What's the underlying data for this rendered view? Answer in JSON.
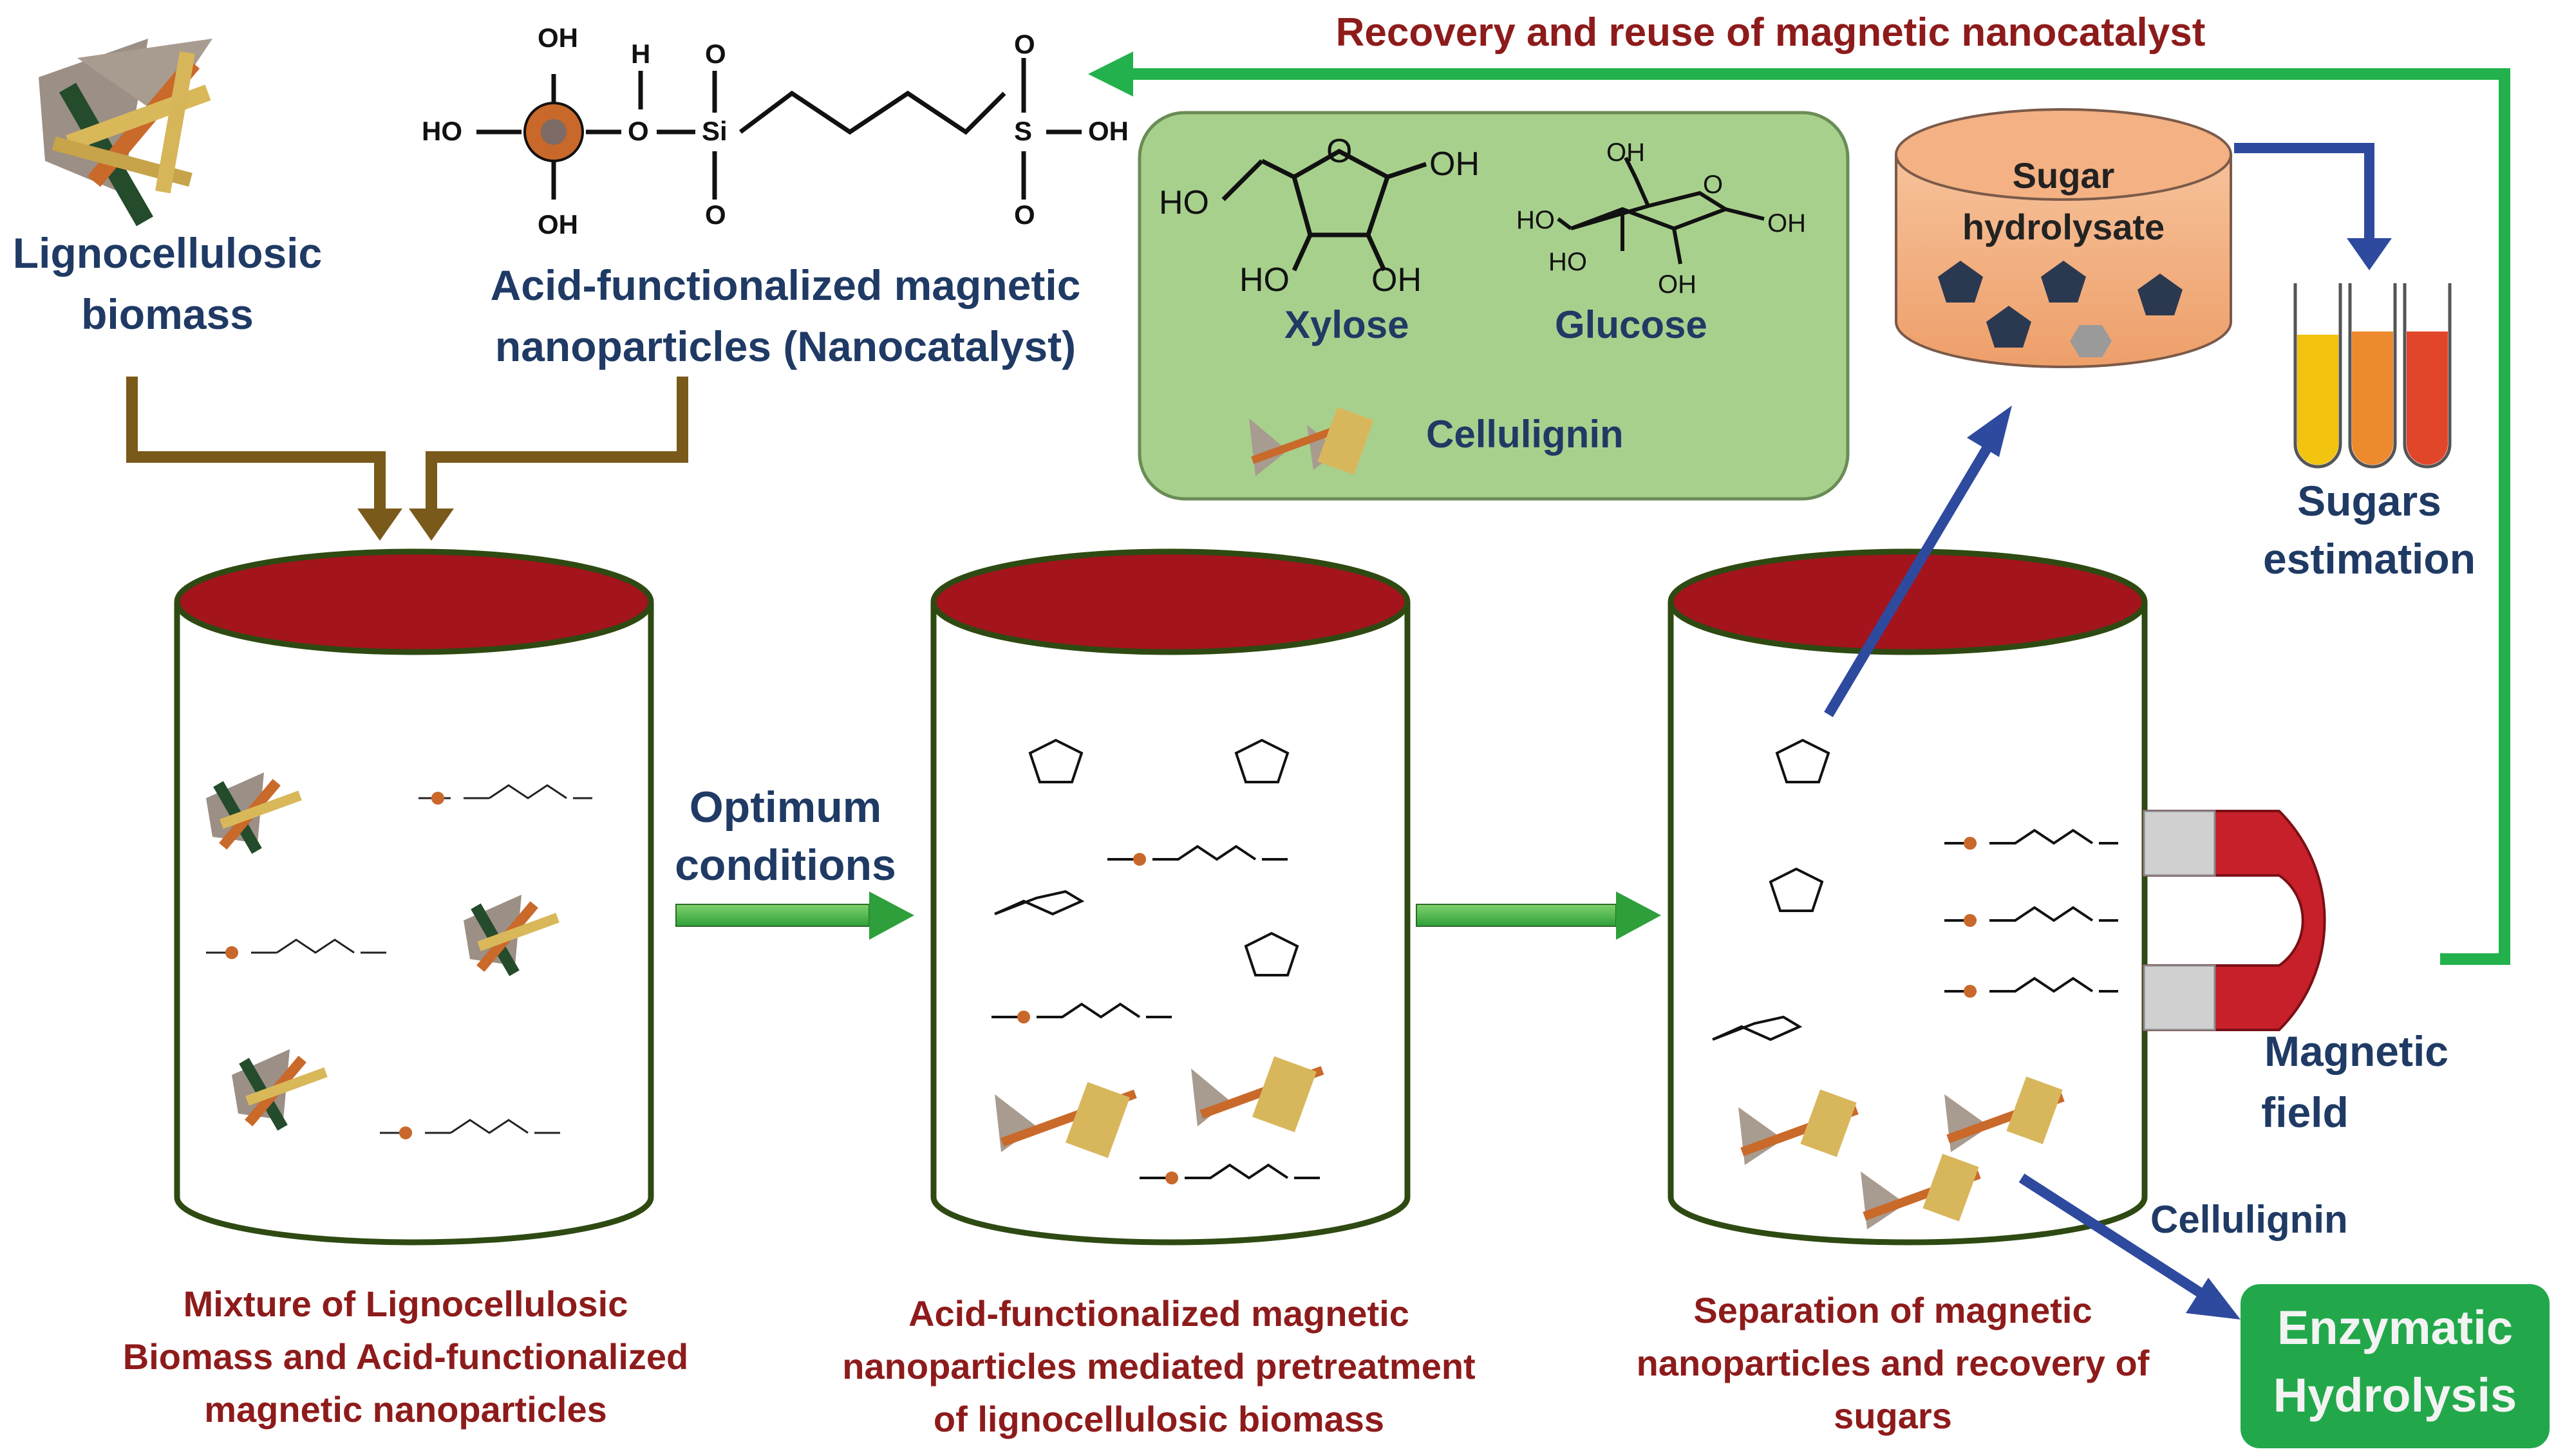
{
  "recovery_label": "Recovery and reuse of magnetic nanocatalyst",
  "biomass_label_line1": "Lignocellulosic",
  "biomass_label_line2": "biomass",
  "catalyst_label_line1": "Acid-functionalized magnetic",
  "catalyst_label_line2": "nanoparticles (Nanocatalyst)",
  "catalyst_structure": {
    "oh_top": "OH",
    "ho_left": "HO",
    "oh_bottom": "OH",
    "o_link": "O",
    "h_top": "H",
    "si": "Si",
    "o_si_top": "O",
    "o_si_bottom": "O",
    "s": "S",
    "o_s_top": "O",
    "o_s_bottom": "O",
    "oh_s": "OH"
  },
  "product_box": {
    "xylose": "Xylose",
    "glucose": "Glucose",
    "cellulignin": "Cellulignin",
    "xylose_groups": {
      "ho_top": "HO",
      "oh_right": "OH",
      "ho_bottom": "HO",
      "oh_bottom": "OH",
      "ring_o": "O"
    },
    "glucose_groups": {
      "oh_top": "OH",
      "ho_left": "HO",
      "ho_bottom": "HO",
      "oh_bottom": "OH",
      "oh_right": "OH",
      "ring_o": "O"
    }
  },
  "hydrolysate_line1": "Sugar",
  "hydrolysate_line2": "hydrolysate",
  "sugars_estimation_line1": "Sugars",
  "sugars_estimation_line2": "estimation",
  "optimum_line1": "Optimum",
  "optimum_line2": "conditions",
  "magnetic_field_line1": "Magnetic",
  "magnetic_field_line2": "field",
  "cellulignin_out": "Cellulignin",
  "enzymatic_line1": "Enzymatic",
  "enzymatic_line2": "Hydrolysis",
  "vessel1_caption": [
    "Mixture of Lignocellulosic",
    "Biomass and Acid-functionalized",
    "magnetic nanoparticles"
  ],
  "vessel2_caption": [
    "Acid-functionalized  magnetic",
    "nanoparticles  mediated pretreatment",
    "of lignocellulosic biomass"
  ],
  "vessel3_caption": [
    "Separation  of magnetic",
    "nanoparticles  and recovery of",
    "sugars"
  ],
  "colors": {
    "dark_red": "#8e1b1b",
    "navy": "#1f3a64",
    "green_arrow": "#22b14c",
    "blue_arrow": "#2e4a9e",
    "brown_arrow": "#7a5a1a",
    "product_box_fill": "#a8d08d",
    "hydrolysate_fill": "#f4b183",
    "enzymatic_fill": "#22a84a"
  }
}
